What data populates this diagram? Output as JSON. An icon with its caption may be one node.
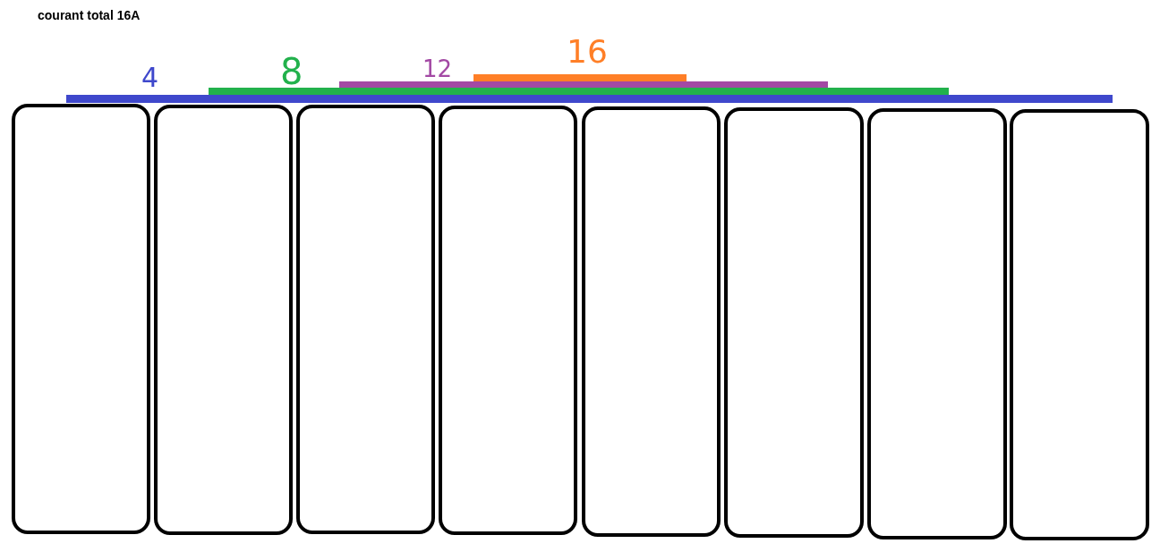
{
  "diagram": {
    "title": "courant total 16A",
    "nodes": [
      {
        "text": [],
        "shape": "box"
      },
      {
        "text": [],
        "shape": "box"
      },
      {
        "text": [],
        "shape": "box"
      },
      {
        "text": [],
        "shape": "box"
      },
      {
        "text": [],
        "shape": "box"
      },
      {
        "text": [],
        "shape": "box"
      },
      {
        "text": [],
        "shape": "box"
      },
      {
        "text": [],
        "shape": "box"
      }
    ],
    "labels": [
      "4",
      "8",
      "12",
      "16"
    ]
  }
}
